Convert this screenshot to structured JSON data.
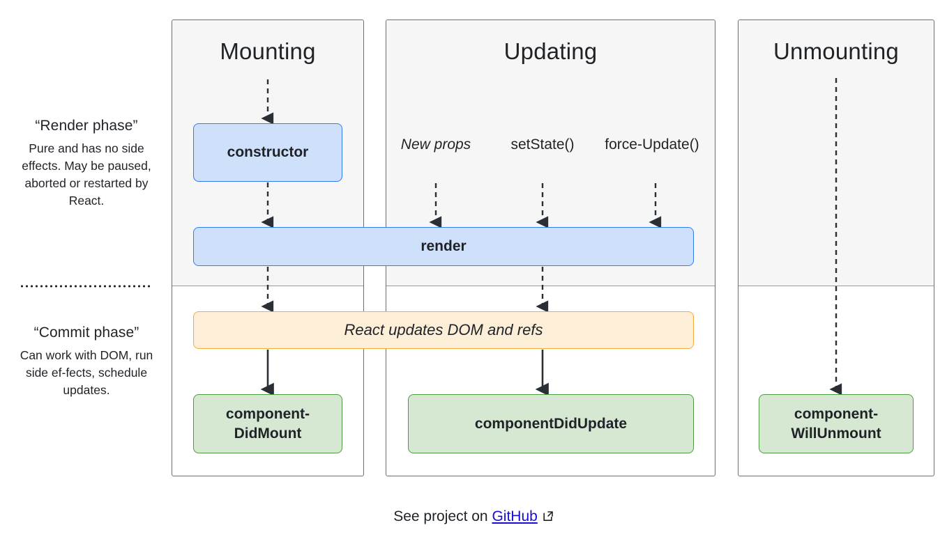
{
  "phases": [
    {
      "id": "render",
      "title": "“Render phase”",
      "description": "Pure and has no side effects. May be paused, aborted or restarted by React."
    },
    {
      "id": "commit",
      "title": "“Commit phase”",
      "description": "Can work with DOM, run side ef-fects, schedule updates."
    }
  ],
  "columns": [
    {
      "id": "mounting",
      "title": "Mounting"
    },
    {
      "id": "updating",
      "title": "Updating"
    },
    {
      "id": "unmounting",
      "title": "Unmounting"
    }
  ],
  "triggers": [
    {
      "id": "new-props",
      "label": "New props",
      "style": "italic"
    },
    {
      "id": "set-state",
      "label": "setState()",
      "style": "normal"
    },
    {
      "id": "force-update",
      "label": "force-Update()",
      "style": "normal"
    }
  ],
  "nodes": {
    "constructor": "constructor",
    "render": "render",
    "react_updates": "React updates DOM and refs",
    "component_did_mount": "component-DidMount",
    "component_did_update": "componentDidUpdate",
    "component_will_unmount": "component-WillUnmount"
  },
  "colors": {
    "blue_fill": "#cfe0fb",
    "blue_border": "#2f7cf6",
    "green_fill": "#d6e8d2",
    "green_border": "#4e9a42",
    "amber_fill": "#fdeed8",
    "amber_border": "#f0ad3c",
    "column_shade": "#f6f6f6",
    "column_border": "#6f6f6f",
    "link": "#1a0dcf",
    "text": "#1f2328"
  },
  "footer": {
    "prefix": "See project on ",
    "link_label": "GitHub",
    "icon": "external-link-icon"
  }
}
